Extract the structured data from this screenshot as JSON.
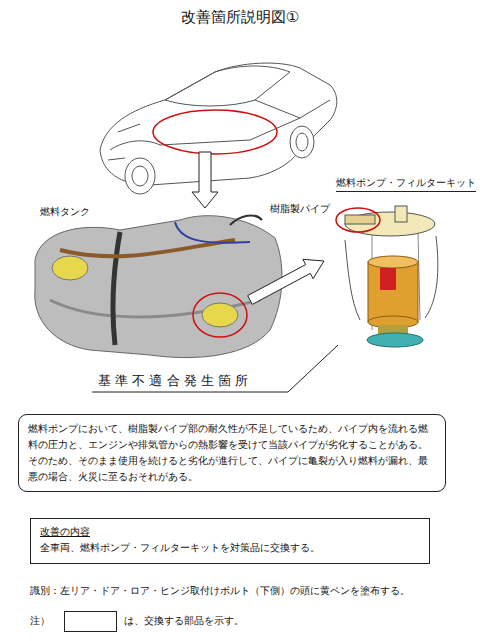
{
  "diagram": {
    "title": "改善箇所説明図①",
    "nodes": [
      {
        "text": [
          "燃料ポンプにおいて、樹脂製パイプ部の耐久性が不足しているため、パイプ内を流れる燃料の圧力と、エンジンや排気管からの熱影響を受けて当該パイプが劣化することがある。そのため、そのまま使用を続けると劣化が進行して、パイプに亀裂が入り燃料が漏れ、最悪の場合、火災に至るおそれがある。"
        ]
      },
      {
        "text": [
          "改善の内容",
          "全車両、燃料ポンプ・フィルターキットを対策品に交換する。"
        ]
      }
    ],
    "labels": [
      "燃料タンク",
      "樹脂製パイプ",
      "燃料ポンプ・フィルターキット",
      "基 準 不 適 合 発 生 箇 所",
      "識別：左リア・ドア・ロア・ヒンジ取付けボルト（下側）の頭に黄ペンを塗布する。",
      "注）",
      "は、交換する部品を示す。"
    ]
  }
}
